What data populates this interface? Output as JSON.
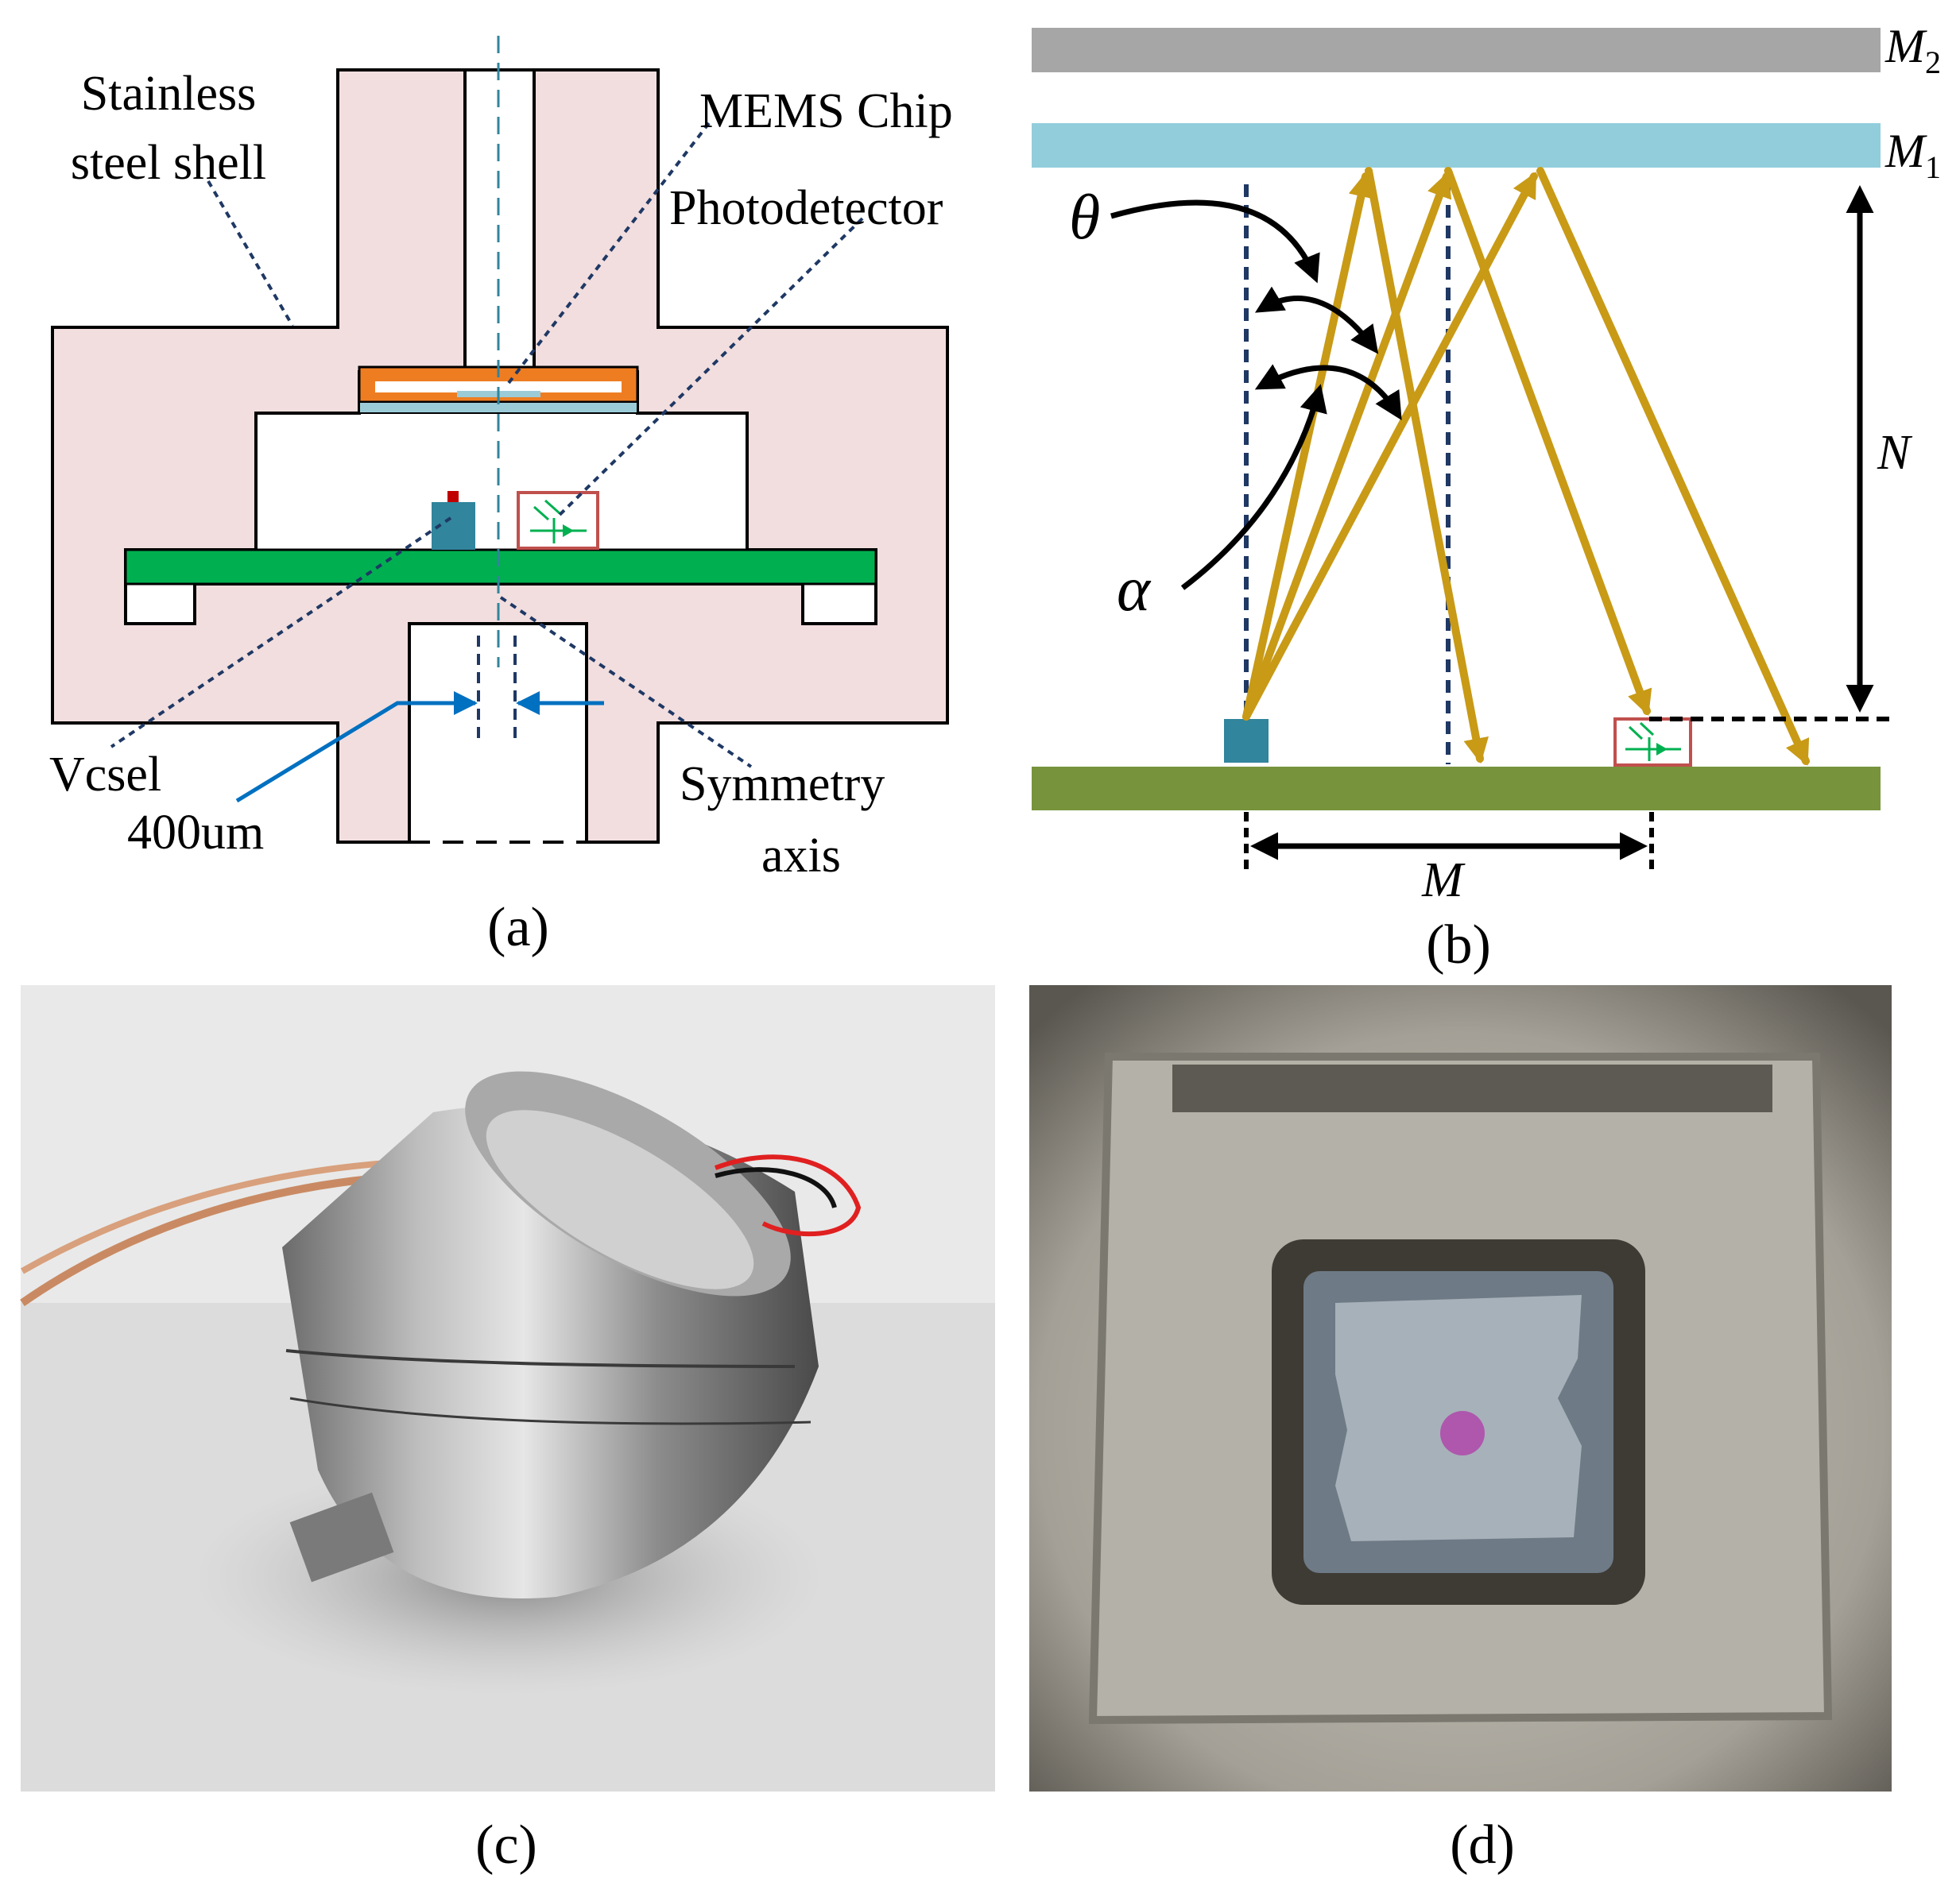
{
  "panels": {
    "a": {
      "caption": "(a)",
      "labels": {
        "shell_line1": "Stainless",
        "shell_line2": "steel shell",
        "mems": "MEMS Chip",
        "photodetector": "Photodetector",
        "vcsel": "Vcsel",
        "gap": "400um",
        "axis_line1": "Symmetry",
        "axis_line2": "axis"
      }
    },
    "b": {
      "caption": "(b)",
      "labels": {
        "m2": "M",
        "m2_sub": "2",
        "m1": "M",
        "m1_sub": "1",
        "theta": "θ",
        "alpha": "α",
        "n": "N",
        "m": "M"
      }
    },
    "c": {
      "caption": "(c)"
    },
    "d": {
      "caption": "(d)"
    }
  },
  "colors": {
    "shell": "#f2dedf",
    "pcb_green": "#00b050",
    "mems_orange": "#ee7d22",
    "mems_blue": "#9ccbd8",
    "vcsel_teal": "#31859c",
    "pd_red": "#c0504d",
    "ray_gold": "#c89a16",
    "mirror_gray": "#a6a6a6",
    "mirror_blue": "#92cddc",
    "base_green": "#77933c",
    "dash_navy": "#1f3864",
    "arrow_blue": "#0070c0"
  }
}
